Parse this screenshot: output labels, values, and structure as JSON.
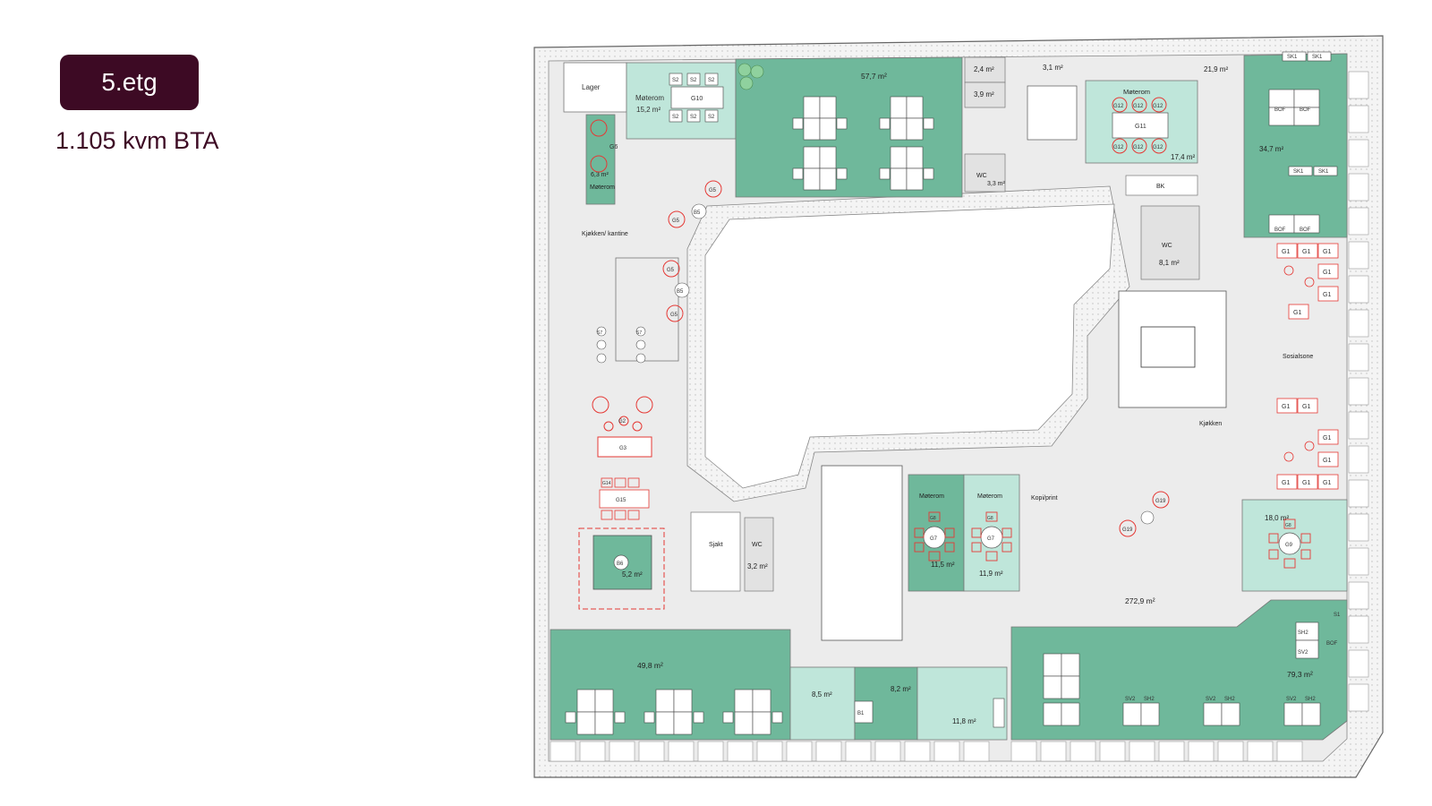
{
  "floor_label": "5.etg",
  "area_label": "1.105 kvm BTA",
  "rooms": {
    "lager": "Lager",
    "moterom_nw": "Møterom",
    "moterom_nw_area": "15,2 m²",
    "moterom_small": "Møterom",
    "moterom_small_area": "6,3 m²",
    "office_n": "57,7 m²",
    "area_24": "2,4 m²",
    "area_31": "3,1 m²",
    "area_39": "3,9 m²",
    "wc_n": "WC",
    "wc_n_area": "3,3 m²",
    "moterom_ne": "Møterom",
    "moterom_ne_area": "17,4 m²",
    "area_219": "21,9 m²",
    "office_ne": "34,7 m²",
    "bk": "BK",
    "wc_e": "WC",
    "wc_e_area": "8,1 m²",
    "kjokken_kantine": "Kjøkken/ kantine",
    "sosialsone": "Sosialsone",
    "kjokken": "Kjøkken",
    "kopi": "Kopi/print",
    "sjakt": "Sjakt",
    "wc_s": "WC",
    "wc_s_area": "3,2 m²",
    "moterom_s1": "Møterom",
    "moterom_s1_area": "11,5 m²",
    "moterom_s2": "Møterom",
    "moterom_s2_area": "11,9 m²",
    "area_180": "18,0 m²",
    "area_2729": "272,9 m²",
    "area_52": "5,2 m²",
    "office_sw": "49,8 m²",
    "area_85": "8,5 m²",
    "area_82": "8,2 m²",
    "area_118": "11,8 m²",
    "office_se": "79,3 m²"
  },
  "furniture": {
    "s2": "S2",
    "g10": "G10",
    "g6": "G6",
    "g5": "G5",
    "b5": "B5",
    "s7": "S7",
    "g2": "G2",
    "g3": "G3",
    "g14": "G14",
    "g15": "G15",
    "b6": "B6",
    "s1": "S1",
    "sv2": "SV2",
    "sh2": "SH2",
    "bof": "BOF",
    "sk1": "SK1",
    "g12": "G12",
    "g11": "G11",
    "g1": "G1",
    "g7": "G7",
    "g8": "G8",
    "g9": "G9",
    "g19": "G19",
    "b1": "B1"
  },
  "colors": {
    "badge": "#3d0a24",
    "office_green": "#6fb89b",
    "meeting_green": "#bfe6da",
    "corridor": "#e2e2e2",
    "chair_red": "#e53935",
    "wall": "#f2f2f2"
  }
}
